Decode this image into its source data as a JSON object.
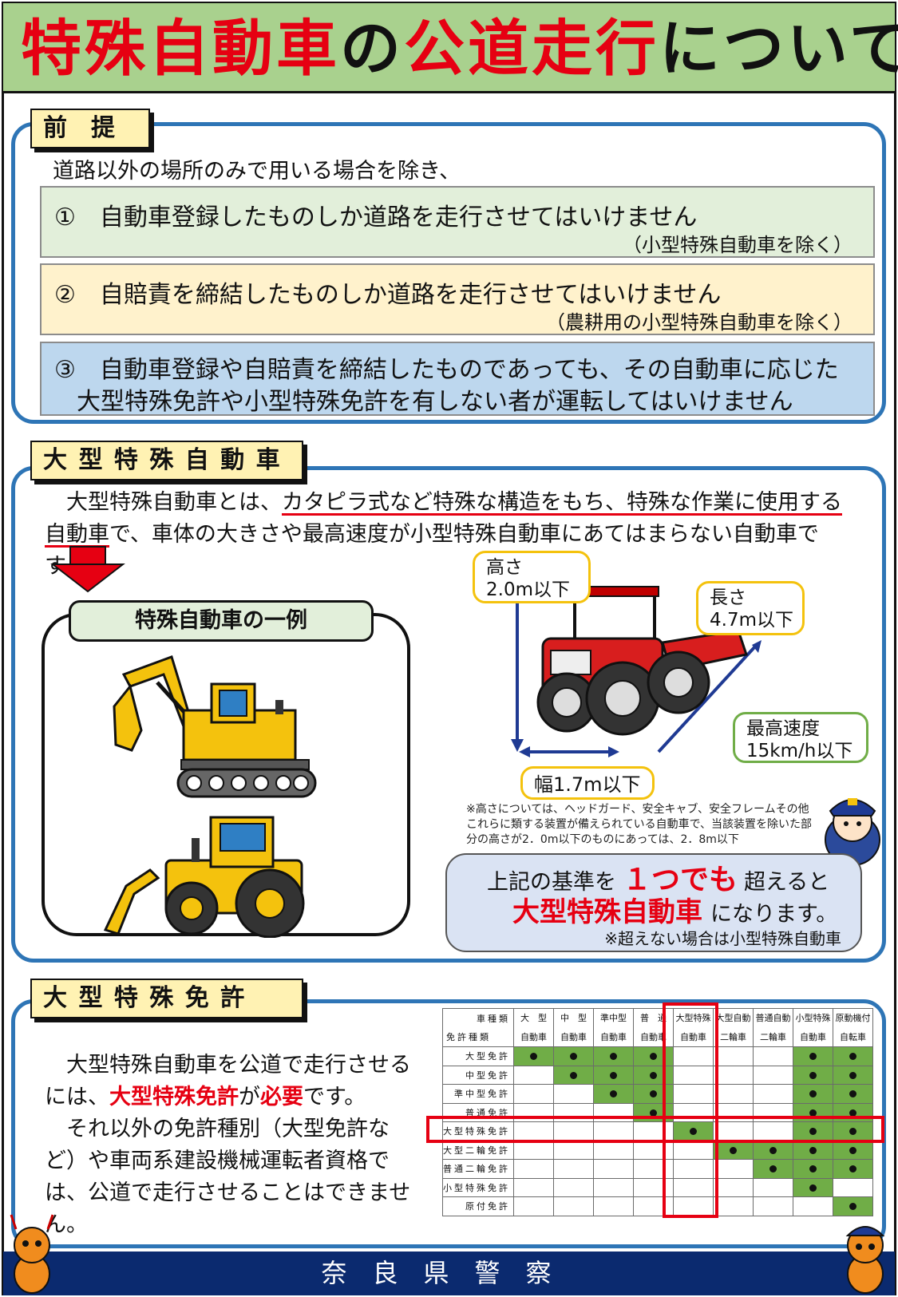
{
  "title": {
    "part1": "特殊自動車",
    "part2": "の",
    "part3": "公道走行",
    "part4": "について"
  },
  "premise": {
    "label": "前　提",
    "intro": "道路以外の場所のみで用いる場合を除き、",
    "rules": [
      {
        "text": "①　自動車登録したものしか道路を走行させてはいけません",
        "note": "（小型特殊自動車を除く）",
        "color": "#e2efda"
      },
      {
        "text": "②　自賠責を締結したものしか道路を走行させてはいけません",
        "note": "（農耕用の小型特殊自動車を除く）",
        "color": "#fff2cc"
      },
      {
        "line1": "③　自動車登録や自賠責を締結したものであっても、その自動車に応じた",
        "line2": "大型特殊免許や小型特殊免許を有しない者が運転してはいけません",
        "color": "#bdd7ee"
      }
    ]
  },
  "large_special": {
    "label": "大 型 特 殊 自 動 車",
    "desc_a": "　大型特殊自動車とは、",
    "desc_u1": "カタピラ式など特殊な構造をもち、",
    "desc_u2": "特殊な作業に使用する",
    "desc_u3": "自動車",
    "desc_b": "で、車体の大きさや最高速度が小型特殊自動車にあてはまらない自動車です。",
    "example_label": "特殊自動車の一例",
    "height_label": "高さ",
    "height_value": "2.0m以下",
    "length_label": "長さ",
    "length_value": "4.7m以下",
    "speed_label": "最高速度",
    "speed_value": "15km/h以下",
    "width_label": "幅1.7m以下",
    "note": "※高さについては、ヘッドガード、安全キャブ、安全フレームその他これらに類する装置が備えられている自動車で、当該装置を除いた部分の高さが2．0m以下のものにあっては、2．8m以下",
    "criteria_a": "上記の基準を",
    "criteria_b": "１つでも",
    "criteria_c": "超えると",
    "criteria_d": "大型特殊自動車",
    "criteria_e": "になります。",
    "criteria_note": "※超えない場合は小型特殊自動車"
  },
  "license": {
    "label": "大 型 特 殊 免 許",
    "p1a": "　大型特殊自動車を公道で走行させるには、",
    "p1b": "大型特殊免許",
    "p1c": "が",
    "p1d": "必要",
    "p1e": "です。",
    "p2": "　それ以外の免許種別（大型免許など）や車両系建設機械運転者資格では、公道で走行させることはできません。",
    "corner_top": "車種類",
    "corner_bottom": "免許種類",
    "col_headers": [
      [
        "大　型",
        "自動車"
      ],
      [
        "中　型",
        "自動車"
      ],
      [
        "準中型",
        "自動車"
      ],
      [
        "普　通",
        "自動車"
      ],
      [
        "大型特殊",
        "自動車"
      ],
      [
        "大型自動",
        "二輪車"
      ],
      [
        "普通自動",
        "二輪車"
      ],
      [
        "小型特殊",
        "自動車"
      ],
      [
        "原動機付",
        "自転車"
      ]
    ],
    "rows": [
      {
        "name": "大型免許",
        "cells": [
          1,
          1,
          1,
          1,
          0,
          0,
          0,
          1,
          1
        ]
      },
      {
        "name": "中型免許",
        "cells": [
          0,
          1,
          1,
          1,
          0,
          0,
          0,
          1,
          1
        ]
      },
      {
        "name": "準中型免許",
        "cells": [
          0,
          0,
          1,
          1,
          0,
          0,
          0,
          1,
          1
        ]
      },
      {
        "name": "普通免許",
        "cells": [
          0,
          0,
          0,
          1,
          0,
          0,
          0,
          1,
          1
        ]
      },
      {
        "name": "大型特殊免許",
        "cells": [
          0,
          0,
          0,
          0,
          1,
          0,
          0,
          1,
          1
        ]
      },
      {
        "name": "大型二輪免許",
        "cells": [
          0,
          0,
          0,
          0,
          0,
          1,
          1,
          1,
          1
        ]
      },
      {
        "name": "普通二輪免許",
        "cells": [
          0,
          0,
          0,
          0,
          0,
          0,
          1,
          1,
          1
        ]
      },
      {
        "name": "小型特殊免許",
        "cells": [
          0,
          0,
          0,
          0,
          0,
          0,
          0,
          1,
          0
        ]
      },
      {
        "name": "原付免許",
        "cells": [
          0,
          0,
          0,
          0,
          0,
          0,
          0,
          0,
          1
        ]
      }
    ]
  },
  "footer": "奈良県警察",
  "colors": {
    "accent_red": "#e60012",
    "panel_blue": "#2e75b6",
    "title_green": "#a9d18e",
    "cell_green": "#70ad47",
    "footer_navy": "#0b2a6f"
  }
}
